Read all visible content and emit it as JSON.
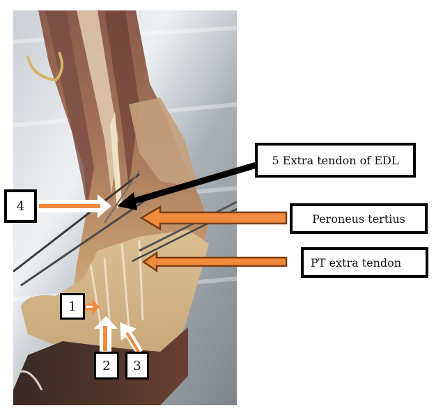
{
  "figure": {
    "description": "Dissected leg/foot specimen photograph with annotated tendons",
    "colors": {
      "arrow_orange": "#f08a3c",
      "arrow_orange_outline": "#7a3c12",
      "arrow_black": "#000000",
      "arrow_white": "#ffffff",
      "box_border": "#000000"
    }
  },
  "labels": {
    "extra_tendon_edl": "5 Extra tendon of EDL",
    "peroneus_tertius": "Peroneus tertius",
    "pt_extra_tendon": "PT extra tendon",
    "num_1": "1",
    "num_2": "2",
    "num_3": "3",
    "num_4": "4"
  }
}
